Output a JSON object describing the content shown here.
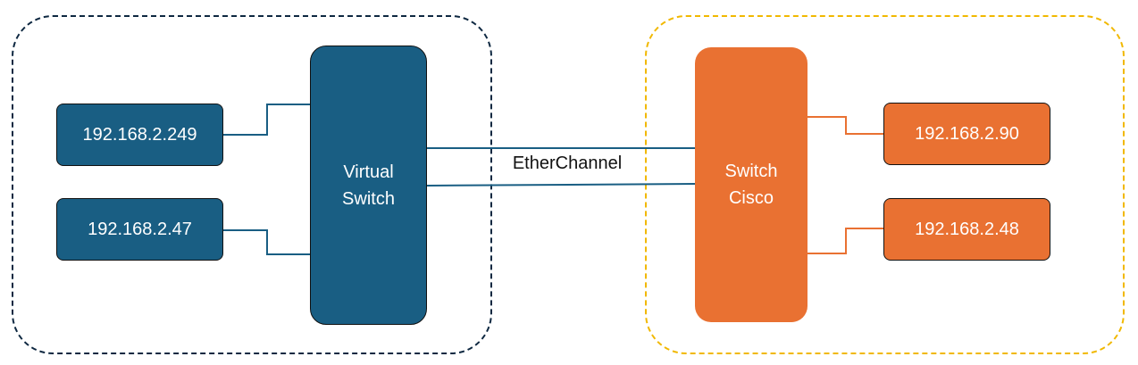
{
  "colors": {
    "left_accent": "#195e83",
    "right_accent": "#e97132",
    "left_border": "#0e2841",
    "right_border": "#f1b800"
  },
  "left_group": {
    "hosts": [
      "192.168.2.249",
      "192.168.2.47"
    ],
    "switch": {
      "line1": "Virtual",
      "line2": "Switch"
    }
  },
  "right_group": {
    "hosts": [
      "192.168.2.90",
      "192.168.2.48"
    ],
    "switch": {
      "line1": "Switch",
      "line2": "Cisco"
    }
  },
  "link_label": "EtherChannel"
}
